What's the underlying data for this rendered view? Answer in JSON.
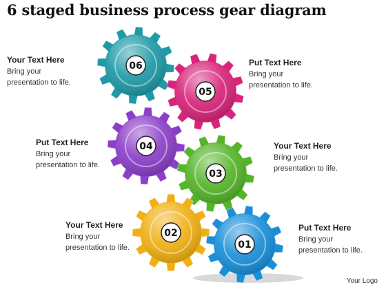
{
  "title": "6 staged business process gear diagram",
  "gears": [
    {
      "label": "06",
      "color": "#1f9aa6"
    },
    {
      "label": "05",
      "color": "#d8247a"
    },
    {
      "label": "04",
      "color": "#8b3fc8"
    },
    {
      "label": "03",
      "color": "#55b42a"
    },
    {
      "label": "02",
      "color": "#f0b014"
    },
    {
      "label": "01",
      "color": "#1a8fd8"
    }
  ],
  "text_blocks": [
    {
      "heading": "Your Text Here",
      "line1": "Bring your",
      "line2": "presentation to life."
    },
    {
      "heading": "Put Text Here",
      "line1": "Bring your",
      "line2": "presentation to life."
    },
    {
      "heading": "Put Text Here",
      "line1": "Bring your",
      "line2": "presentation to life."
    },
    {
      "heading": "Your Text Here",
      "line1": "Bring your",
      "line2": "presentation to life."
    },
    {
      "heading": "Your Text Here",
      "line1": "Bring your",
      "line2": "presentation to life."
    },
    {
      "heading": "Put Text Here",
      "line1": "Bring your",
      "line2": "presentation to life."
    }
  ],
  "logo": "Your Logo"
}
